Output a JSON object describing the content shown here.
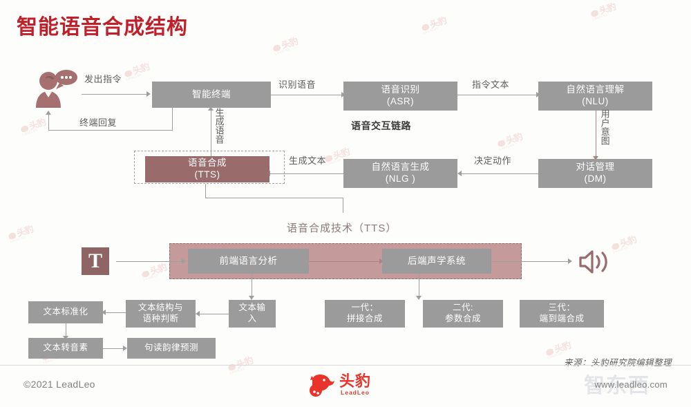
{
  "page": {
    "title": "智能语音合成结构",
    "accent_color": "#c0202a",
    "box_gray": "#9b9b9b",
    "box_rose": "#9a6b6b",
    "band_rose": "#c49a9a"
  },
  "interaction_chain": {
    "section_label": "语音交互链路",
    "nodes": {
      "terminal": "智能终端",
      "asr": "语音识别\n(ASR)",
      "asr_line1": "语音识别",
      "asr_line2": "(ASR)",
      "nlu_line1": "自然语言理解",
      "nlu_line2": "(NLU)",
      "dm_line1": "对话管理",
      "dm_line2": "(DM)",
      "nlg_line1": "自然语言生成",
      "nlg_line2": "(NLG )",
      "tts_line1": "语音合成",
      "tts_line2": "(TTS)"
    },
    "edges": {
      "issue_command": "发出指令",
      "terminal_reply": "终端回复",
      "recognize_speech": "识别语音",
      "command_text": "指令文本",
      "user_intent": "用户意图",
      "decide_action": "决定动作",
      "generate_text": "生成文本",
      "generate_speech": "生成语音"
    }
  },
  "tts_section": {
    "caption": "语音合成技术（TTS）",
    "text_icon_letter": "T",
    "frontend": "前端语言分析",
    "backend": "后端声学系统",
    "frontend_children": {
      "text_input_line1": "文本输",
      "text_input_line2": "入",
      "structure_line1": "文本结构与",
      "structure_line2": "语种判断",
      "normalize": "文本标准化",
      "grapheme": "文本转音素",
      "prosody": "句读韵律预测"
    },
    "backend_children": [
      {
        "line1": "一代：",
        "line2": "拼接合成"
      },
      {
        "line1": "二代:",
        "line2": "参数合成"
      },
      {
        "line1": "三代：",
        "line2": "端到端合成"
      }
    ]
  },
  "footer": {
    "source": "来源：头豹研究院编辑整理",
    "copyright": "©2021 LeadLeo",
    "website": "www.leadleo.com",
    "brand_cn": "头豹",
    "brand_en": "LeadLeo"
  },
  "watermark": {
    "text": "头豹",
    "sub": "LeadLeo",
    "secondary": "智东西"
  }
}
